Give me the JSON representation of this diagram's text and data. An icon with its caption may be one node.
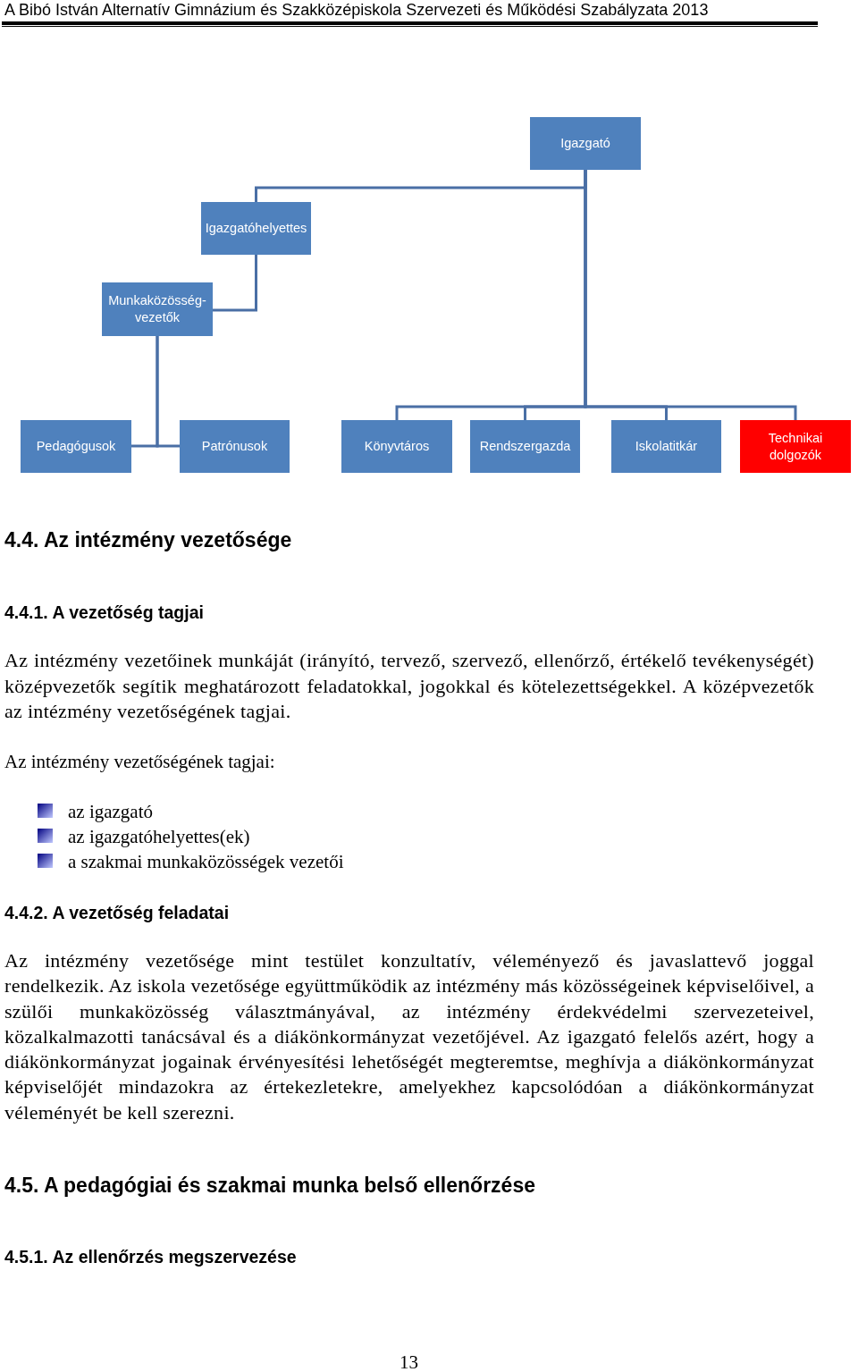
{
  "diagram": {
    "nodes": [
      {
        "text": [
          "Igazgató"
        ]
      },
      {
        "text": [
          "Igazgatóhelyettes"
        ]
      },
      {
        "text": [
          "Munkaközösség- vezetők"
        ]
      },
      {
        "text": [
          "Pedagógusok"
        ]
      },
      {
        "text": [
          "Patrónusok"
        ]
      },
      {
        "text": [
          "Könyvtáros"
        ]
      },
      {
        "text": [
          "Rendszergazda"
        ]
      },
      {
        "text": [
          "Iskolatitkár"
        ]
      },
      {
        "text": [
          "Technikai dolgozók"
        ]
      }
    ],
    "edges": [
      {
        "from": 0,
        "to": 1,
        "arrow": "none"
      },
      {
        "from": 1,
        "to": 2,
        "arrow": "none"
      },
      {
        "from": 2,
        "to": 3,
        "arrow": "none"
      },
      {
        "from": 2,
        "to": 4,
        "arrow": "none"
      },
      {
        "from": 0,
        "to": 5,
        "arrow": "none"
      },
      {
        "from": 0,
        "to": 6,
        "arrow": "none"
      },
      {
        "from": 0,
        "to": 7,
        "arrow": "none"
      },
      {
        "from": 0,
        "to": 8,
        "arrow": "none"
      }
    ],
    "labels": [
      "A Bibó István Alternatív Gimnázium és Szakközépiskola Szervezeti és Működési Szabályzata 2013",
      "4.4. Az intézmény vezetősége",
      "4.4.1. A vezetőség tagjai",
      "Az intézmény vezetőinek munkáját (irányító, tervező, szervező, ellenőrző, értékelő tevékenységét) középvezetők segítik meghatározott feladatokkal, jogokkal és kötelezettségekkel. A középvezetők az intézmény vezetőségének tagjai.",
      "Az intézmény vezetőségének tagjai:",
      "az igazgató",
      "az igazgatóhelyettes(ek)",
      "a szakmai munkaközösségek vezetői",
      "4.4.2. A vezetőség feladatai",
      "Az intézmény vezetősége mint testület konzultatív, véleményező és javaslattevő joggal rendelkezik. Az iskola vezetősége együttműködik az intézmény más közösségeinek képviselőivel, a szülői munkaközösség választmányával, az intézmény érdekvédelmi szervezeteivel, közalkalmazotti tanácsával és a diákönkormányzat vezetőjével. Az igazgató felelős azért, hogy a diákönkormányzat jogainak érvényesítési lehetőségét megteremtse, meghívja a diákönkormányzat képviselőjét mindazokra az értekezletekre, amelyekhez kapcsolódóan a diákönkormányzat véleményét be kell szerezni.",
      "4.5. A pedagógiai és szakmai munka belső ellenőrzése",
      "4.5.1. Az ellenőrzés megszervezése",
      "13"
    ]
  }
}
